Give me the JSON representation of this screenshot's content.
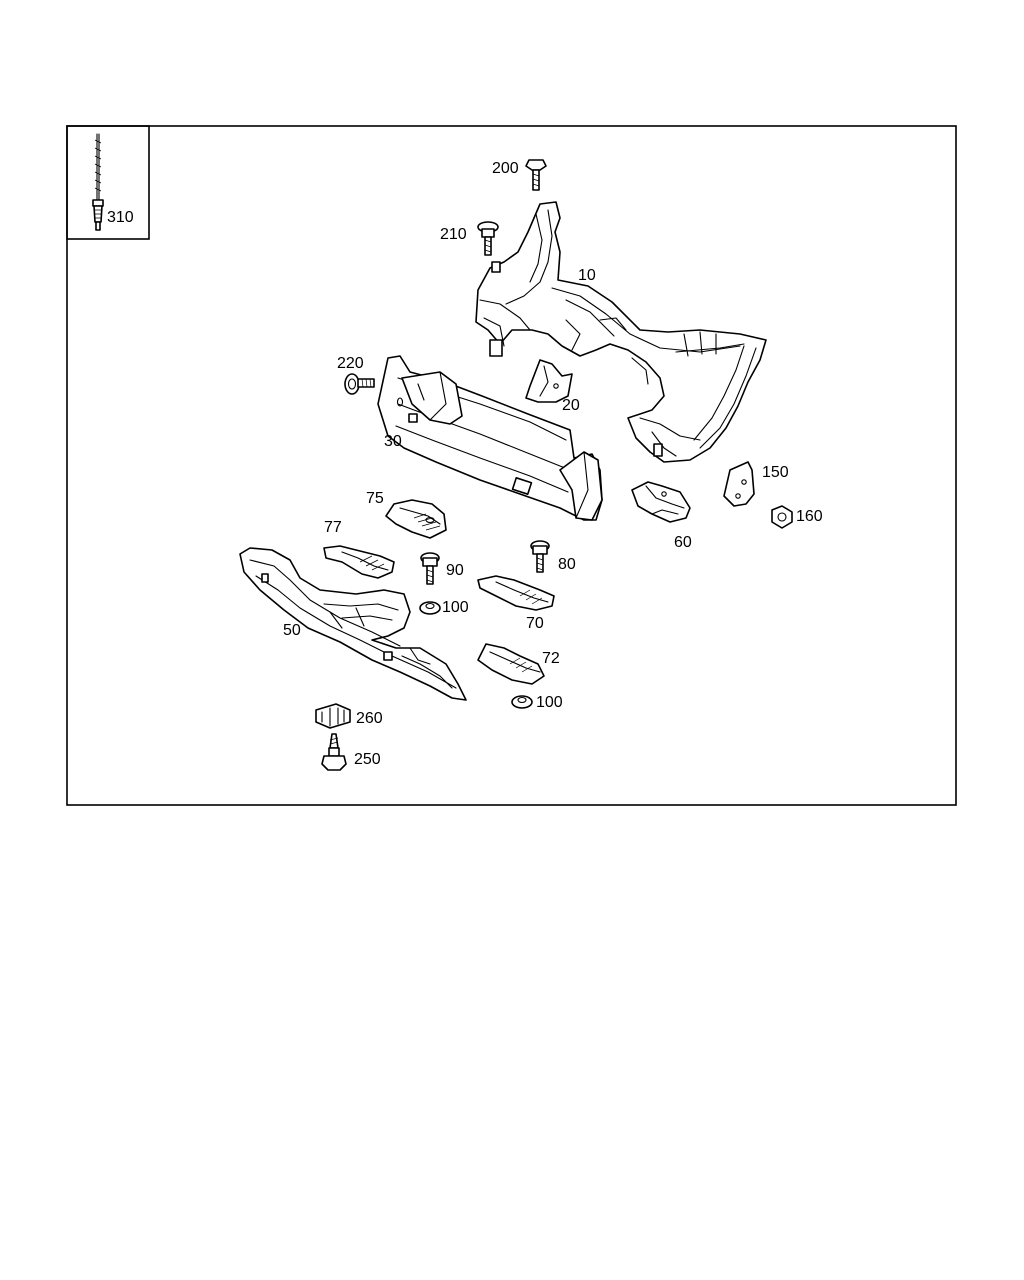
{
  "diagram": {
    "inset_label": "310",
    "callouts": {
      "c10": "10",
      "c20": "20",
      "c30": "30",
      "c50": "50",
      "c60": "60",
      "c70": "70",
      "c72": "72",
      "c75": "75",
      "c77": "77",
      "c80": "80",
      "c90": "90",
      "c100a": "100",
      "c100b": "100",
      "c150": "150",
      "c160": "160",
      "c200": "200",
      "c210": "210",
      "c220": "220",
      "c250": "250",
      "c260": "260"
    }
  }
}
